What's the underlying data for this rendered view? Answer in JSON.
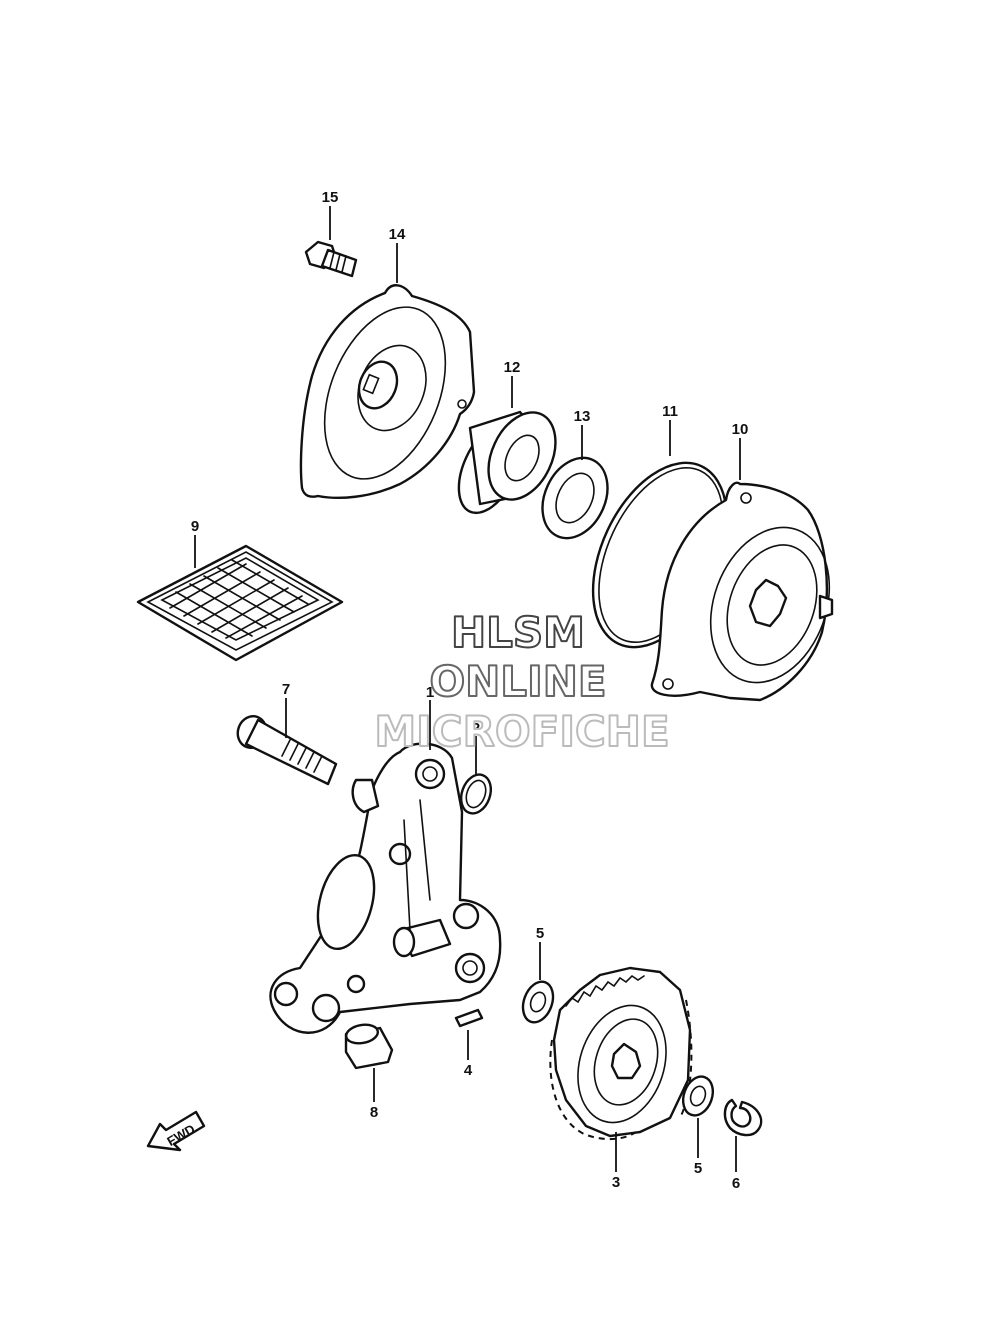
{
  "diagram": {
    "callouts": [
      {
        "id": "15",
        "label": "15"
      },
      {
        "id": "14",
        "label": "14"
      },
      {
        "id": "12",
        "label": "12"
      },
      {
        "id": "13",
        "label": "13"
      },
      {
        "id": "11",
        "label": "11"
      },
      {
        "id": "10",
        "label": "10"
      },
      {
        "id": "9",
        "label": "9"
      },
      {
        "id": "7",
        "label": "7"
      },
      {
        "id": "1",
        "label": "1"
      },
      {
        "id": "2",
        "label": "2"
      },
      {
        "id": "5a",
        "label": "5"
      },
      {
        "id": "4",
        "label": "4"
      },
      {
        "id": "8",
        "label": "8"
      },
      {
        "id": "3",
        "label": "3"
      },
      {
        "id": "5b",
        "label": "5"
      },
      {
        "id": "6",
        "label": "6"
      }
    ],
    "fwd_label": "FWD"
  },
  "watermark": {
    "line1": "HLSM",
    "line2": "ONLINE",
    "line3": "MICROFICHE"
  },
  "colors": {
    "line": "#111111",
    "background": "#ffffff",
    "watermark_stroke": "#555555"
  }
}
